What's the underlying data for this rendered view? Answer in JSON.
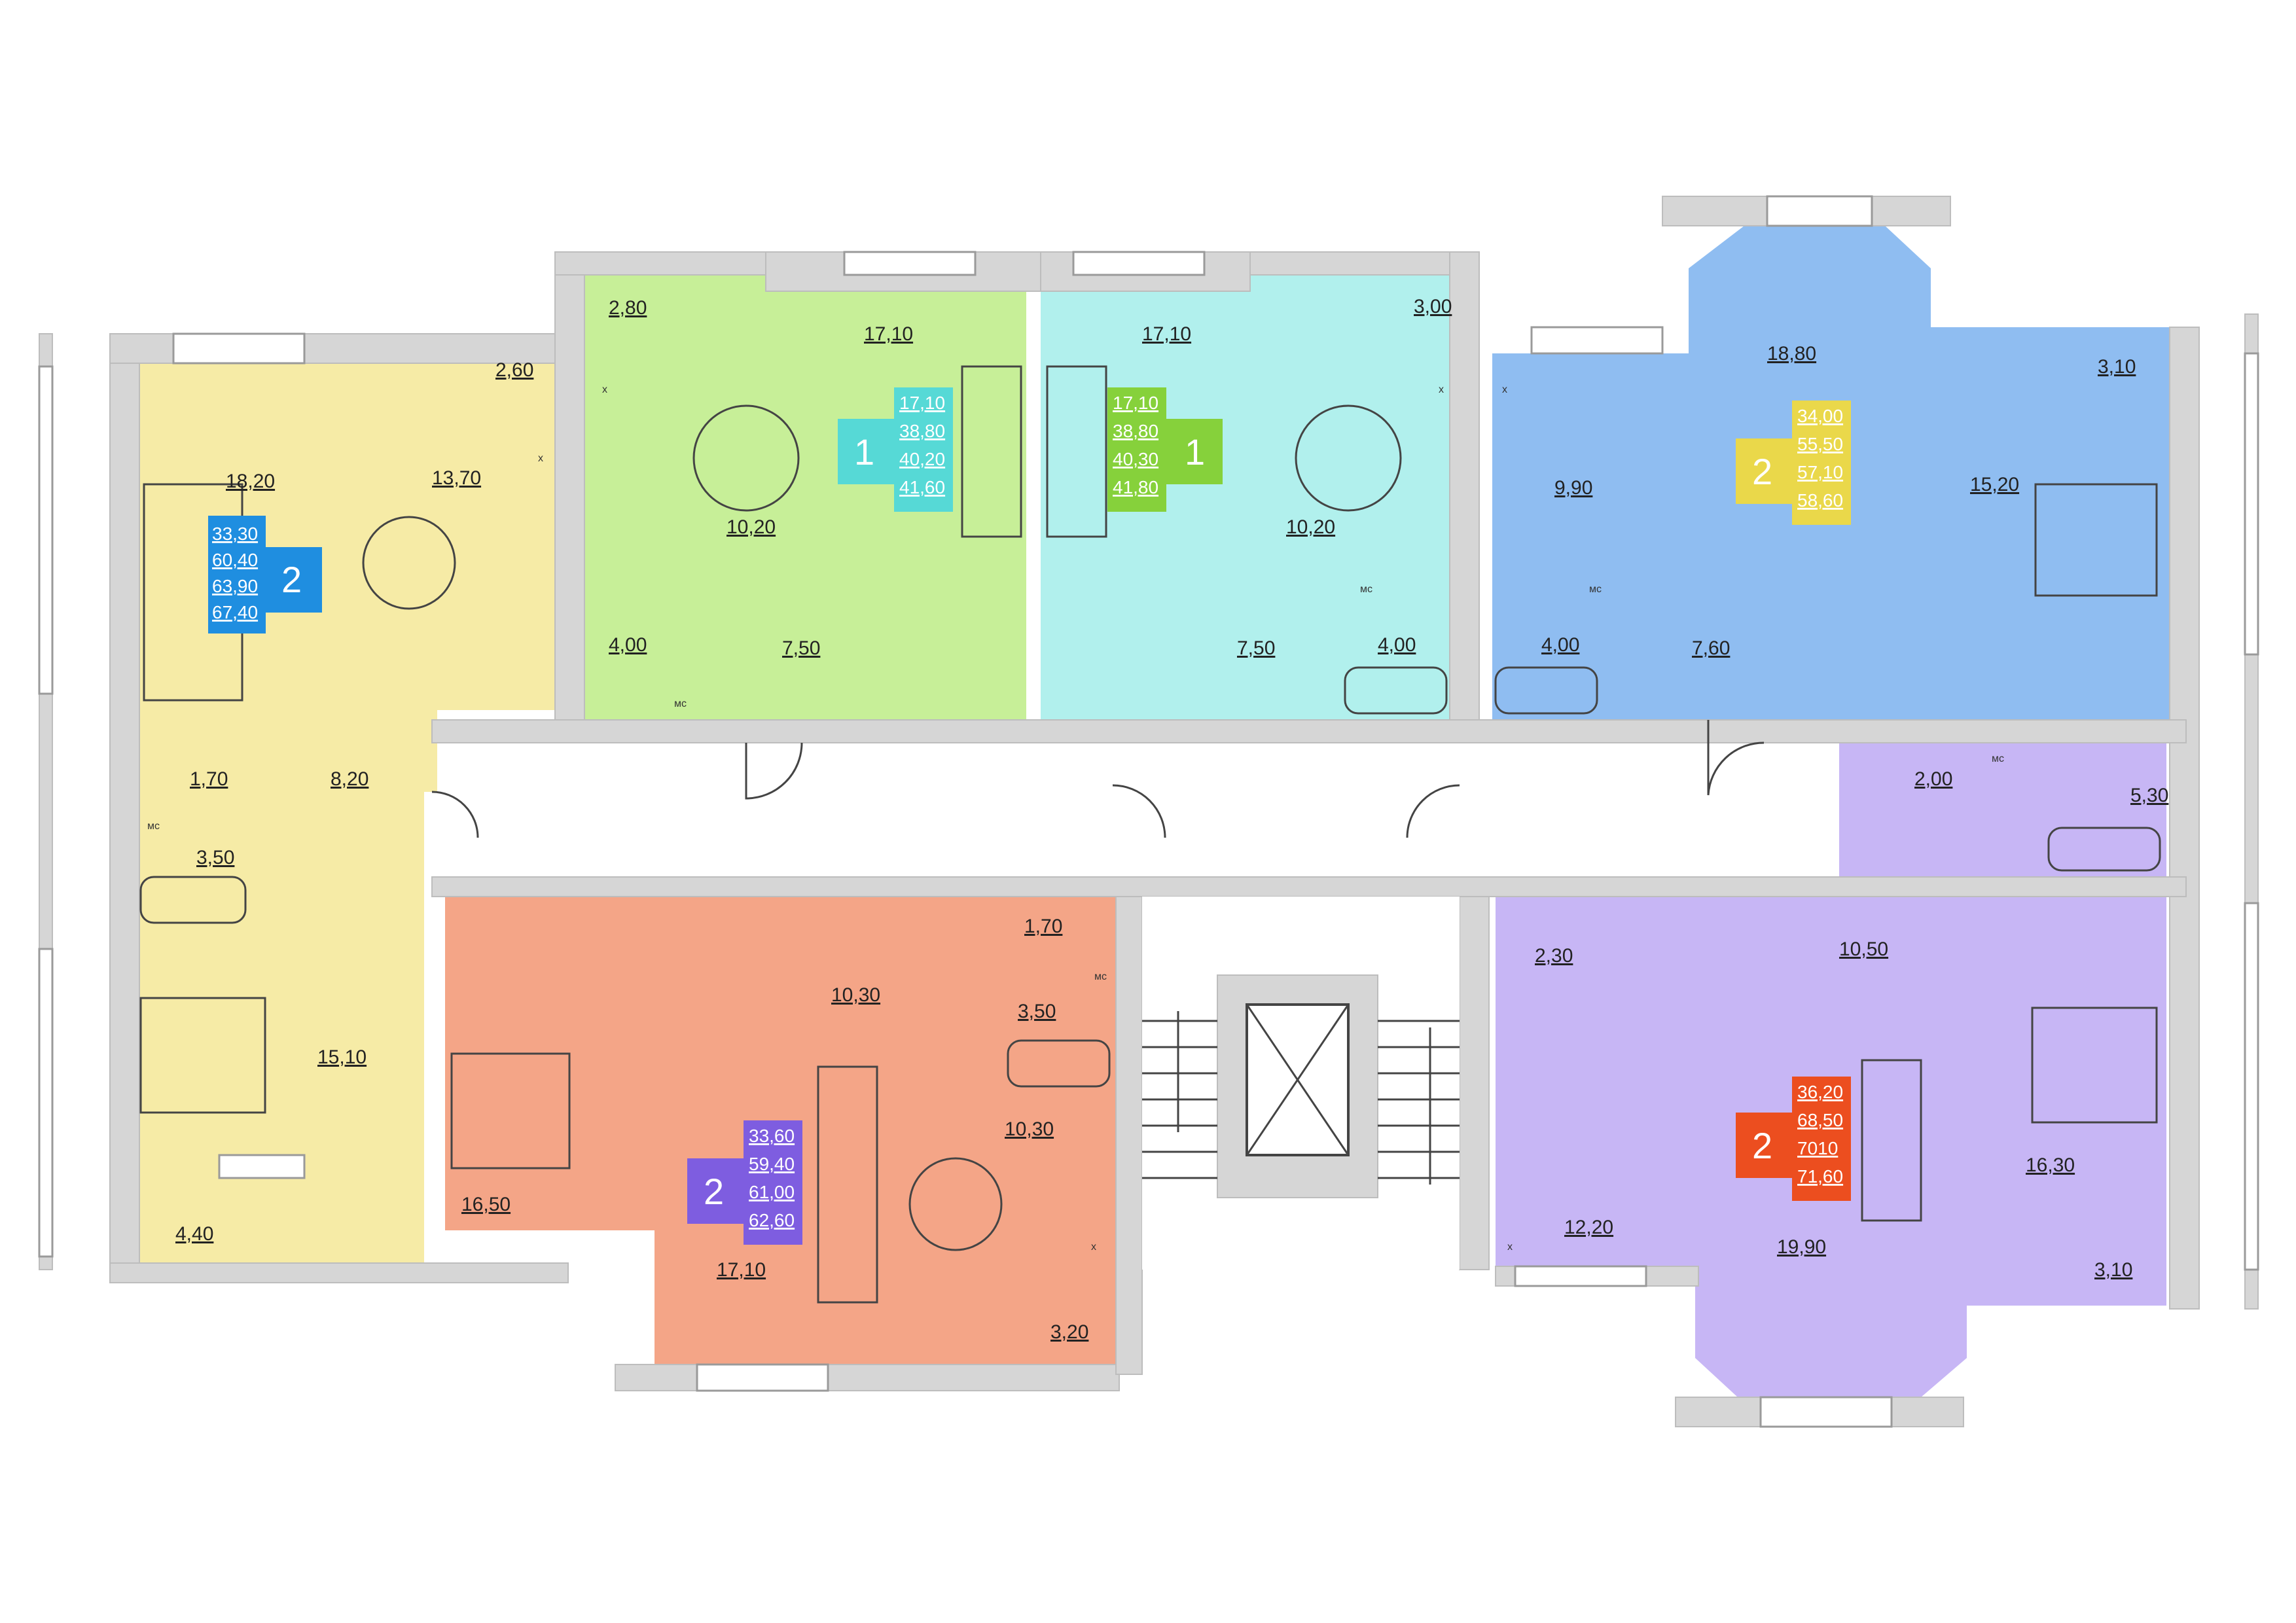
{
  "colors": {
    "apt_yellow": "#f6eba6",
    "apt_green": "#c7ef98",
    "apt_cyan": "#b1f0ed",
    "apt_blue": "#8fbdf1",
    "apt_purple": "#c7b6f5",
    "apt_orange": "#f4a587",
    "badge_blue": "#1f8ee0",
    "badge_cyan": "#56d9d6",
    "badge_green": "#86d13b",
    "badge_yellow": "#ead84a",
    "badge_purple": "#7e5de0",
    "badge_red": "#ec4e1f",
    "wall": "#d6d6d6"
  },
  "apartments": [
    {
      "id": "yellow",
      "rooms": "2",
      "areas": [
        "33,30",
        "60,40",
        "63,90",
        "67,40"
      ]
    },
    {
      "id": "green",
      "rooms": "1",
      "areas": [
        "17,10",
        "38,80",
        "40,20",
        "41,60"
      ]
    },
    {
      "id": "cyan",
      "rooms": "1",
      "areas": [
        "17,10",
        "38,80",
        "40,30",
        "41,80"
      ]
    },
    {
      "id": "blue",
      "rooms": "2",
      "areas": [
        "34,00",
        "55,50",
        "57,10",
        "58,60"
      ]
    },
    {
      "id": "orange",
      "rooms": "2",
      "areas": [
        "33,60",
        "59,40",
        "61,00",
        "62,60"
      ]
    },
    {
      "id": "purple",
      "rooms": "2",
      "areas": [
        "36,20",
        "68,50",
        "7010",
        "71,60"
      ]
    }
  ],
  "room_labels": {
    "y_living": "18,20",
    "y_kitchen": "13,70",
    "y_balcony_top": "2,60",
    "y_wc": "1,70",
    "y_hall": "8,20",
    "y_bath": "3,50",
    "y_bedroom": "15,10",
    "y_balcony_bottom": "4,40",
    "g_balcony": "2,80",
    "g_room": "17,10",
    "g_kitchen": "10,20",
    "g_bath": "4,00",
    "g_hall": "7,50",
    "c_room": "17,10",
    "c_balcony": "3,00",
    "c_kitchen": "10,20",
    "c_hall": "7,50",
    "c_bath": "4,00",
    "b_kitchen": "9,90",
    "b_living": "18,80",
    "b_balcony": "3,10",
    "b_bedroom": "15,20",
    "b_bath": "4,00",
    "b_hall": "7,60",
    "o_wc": "1,70",
    "o_hall": "10,30",
    "o_bath": "3,50",
    "o_bedroom": "16,50",
    "o_living": "17,10",
    "o_kitchen": "10,30",
    "o_balcony": "3,20",
    "p_wc": "2,00",
    "p_bath": "5,30",
    "p_closet": "2,30",
    "p_hall": "10,50",
    "p_kitchen": "12,20",
    "p_living": "19,90",
    "p_bedroom": "16,30",
    "p_balcony": "3,10"
  },
  "fixture_labels": {
    "mc": "мс",
    "x": "х"
  },
  "icons": [
    "armchair-icon",
    "plant-icon",
    "bed-icon",
    "sofa-icon",
    "dining-table-icon",
    "bathtub-icon",
    "toilet-icon",
    "sink-icon",
    "stove-icon",
    "elevator-icon",
    "stairs-icon",
    "door-icon"
  ]
}
